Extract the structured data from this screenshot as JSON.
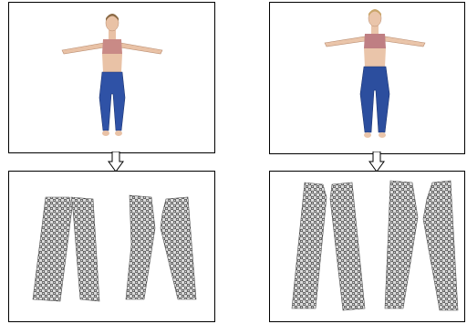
{
  "figure": {
    "columns": [
      {
        "figure_panel": {
          "skin": "#e9c2a6",
          "hair": "#8b6a45",
          "top": "#c98a86",
          "pants": "#2f52a6"
        },
        "pattern_panel": {
          "pieces": 4
        }
      },
      {
        "figure_panel": {
          "skin": "#eac5aa",
          "hair": "#c9a56a",
          "top": "#bf7f83",
          "pants": "#2c4e9e"
        },
        "pattern_panel": {
          "pieces": 4
        }
      }
    ],
    "arrow": {
      "direction": "down"
    },
    "colors": {
      "border": "#000000",
      "mesh_fill": "#d9d9d9",
      "mesh_stroke": "#222222"
    }
  }
}
